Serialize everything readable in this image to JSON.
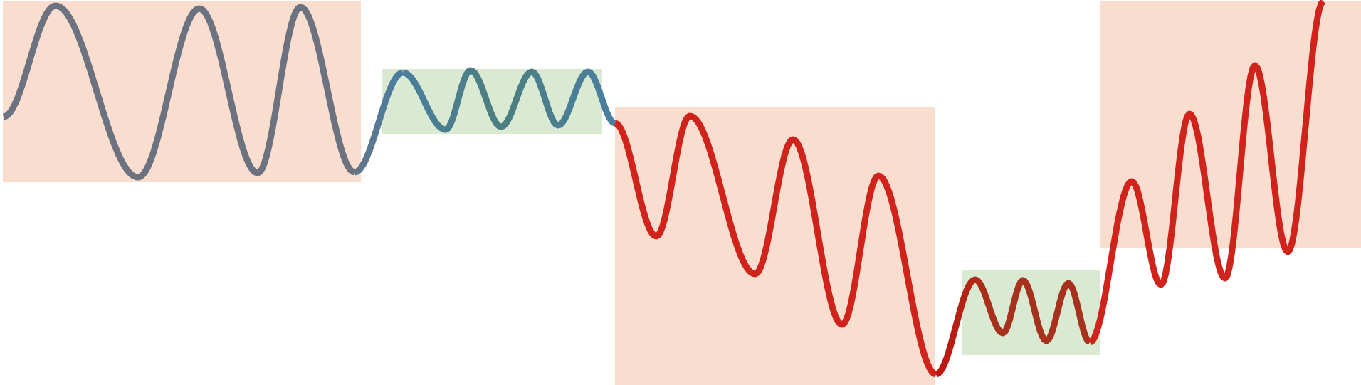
{
  "colors": {
    "background": "#ffffff",
    "region_peach": "#f9ddcf",
    "region_green": "#d9e9d2",
    "wave_gray": "#6c727f",
    "wave_teal": "#4b7f80",
    "wave_blue": "#4a7ea0",
    "wave_red": "#d0231b",
    "wave_darkred": "#c0140e",
    "wave_brownred": "#a6321d"
  },
  "regions": [
    {
      "name": "region-1",
      "kind": "peach"
    },
    {
      "name": "region-2",
      "kind": "green"
    },
    {
      "name": "region-3",
      "kind": "peach"
    },
    {
      "name": "region-4",
      "kind": "green"
    },
    {
      "name": "region-5",
      "kind": "peach"
    }
  ],
  "segments": [
    {
      "name": "segment-1",
      "color": "wave_gray"
    },
    {
      "name": "segment-2",
      "color": "wave_teal"
    },
    {
      "name": "segment-3",
      "color": "wave_red"
    },
    {
      "name": "segment-4",
      "color": "wave_brownred"
    },
    {
      "name": "segment-5",
      "color": "wave_red"
    }
  ]
}
